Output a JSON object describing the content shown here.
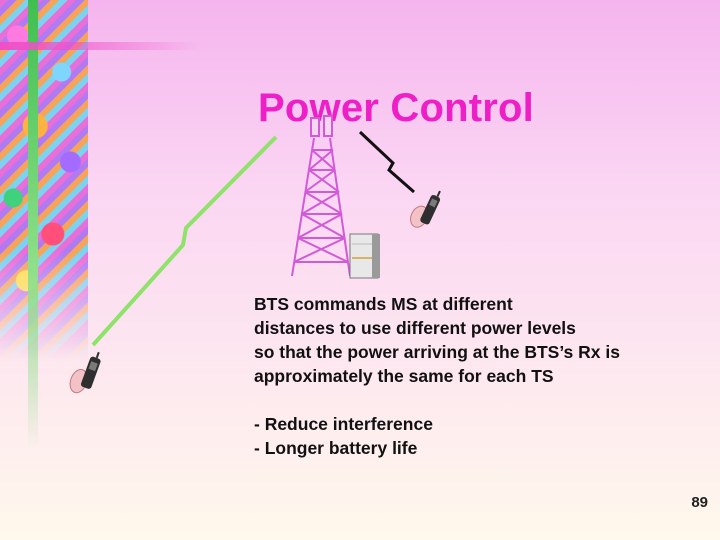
{
  "slide": {
    "title": "Power Control",
    "body_lines": [
      "BTS commands MS at different",
      "distances to use different power levels",
      "so that the power arriving at the BTS’s Rx is",
      "approximately the same for each TS"
    ],
    "bullets": [
      "- Reduce interference",
      "- Longer battery life"
    ],
    "page_number": "89"
  },
  "colors": {
    "title": "#ee1fc6",
    "far_link": "#8fe26a",
    "near_link": "#111111",
    "tower": "#d25ad8",
    "accent_green": "#3fbf4f"
  },
  "icons": [
    "mobile-phone-icon",
    "bts-tower-icon",
    "base-station-cabinet-icon"
  ]
}
